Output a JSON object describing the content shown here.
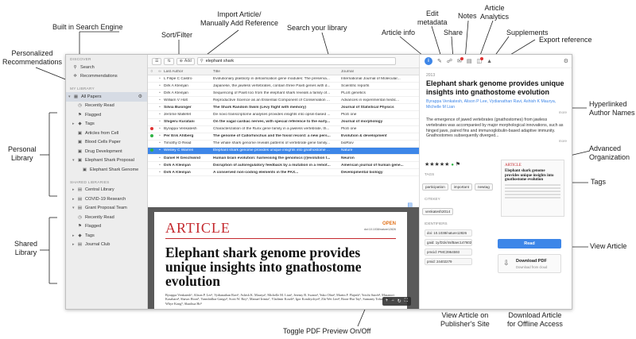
{
  "annotations": {
    "built_in_search": "Built in Search Engine",
    "import_article_1": "Import Article/",
    "import_article_2": "Manually Add Reference",
    "sort_filter": "Sort/Filter",
    "search_library": "Search your library",
    "article_info": "Article info",
    "edit_metadata_1": "Edit",
    "edit_metadata_2": "metadata",
    "share": "Share",
    "notes": "Notes",
    "analytics_1": "Article",
    "analytics_2": "Analytics",
    "supplements": "Supplements",
    "export_reference": "Export reference",
    "personalized_1": "Personalized",
    "personalized_2": "Recommendations",
    "personal_library_1": "Personal",
    "personal_library_2": "Library",
    "shared_library_1": "Shared",
    "shared_library_2": "Library",
    "hyperlinked_1": "Hyperlinked",
    "hyperlinked_2": "Author Names",
    "advanced_org_1": "Advanced",
    "advanced_org_2": "Organization",
    "tags": "Tags",
    "view_article": "View Article",
    "toggle_pdf": "Toggle PDF Preview On/Off",
    "view_publisher_1": "View Article on",
    "view_publisher_2": "Publisher's Site",
    "download_offline_1": "Download Article",
    "download_offline_2": "for Offline Access"
  },
  "sidebar": {
    "discover_label": "DISCOVER",
    "search": "Search",
    "recommendations": "Recommendations",
    "my_library_label": "MY LIBRARY",
    "all_papers": "All Papers",
    "recently_read": "Recently Read",
    "flagged": "Flagged",
    "tags": "Tags",
    "articles_from_cell": "Articles from Cell",
    "blood_cells_paper": "Blood Cells Paper",
    "drug_development": "Drug Development",
    "elephant_shark_proposal": "Elephant Shark Proposal",
    "elephant_shark_genome": "Elephant Shark Genome",
    "shared_libraries_label": "SHARED LIBRARIES",
    "central_library": "Central Library",
    "covid_research": "COVID-19 Research",
    "grant_proposal_team": "Grant Proposal Team",
    "shared_recently_read": "Recently Read",
    "shared_flagged": "Flagged",
    "shared_tags": "Tags",
    "journal_club": "Journal Club"
  },
  "toolbar": {
    "add_label": "Add",
    "search_value": "elephant shark"
  },
  "table": {
    "headers": {
      "last_author": "Last Author",
      "title": "Title",
      "journal": "Journal"
    },
    "rows": [
      {
        "author": "L Filipe C Castro",
        "title": "Evolutionary plasticity in detoxification gene modules: The preserva...",
        "journal": "International Journal of Molecular...",
        "bold": false,
        "dot": ""
      },
      {
        "author": "Dirk A Kleinjan",
        "title": "Japanese, the jawless vertebrates, contain three Pax6 genes with d...",
        "journal": "Scientific reports",
        "bold": false,
        "dot": ""
      },
      {
        "author": "Dirk A Kleinjan",
        "title": "Sequencing of Pax6 loci from the elephant shark reveals a family of...",
        "journal": "PLoS genetics",
        "bold": false,
        "dot": ""
      },
      {
        "author": "William V Holt",
        "title": "Reproductive Science as an Essential Component of Conservation ...",
        "journal": "Advances in experimental medic...",
        "bold": false,
        "dot": ""
      },
      {
        "author": "Silvia Businger",
        "title": "The Shark Random Swim (Lévy flight with memory)",
        "journal": "Journal of Statistical Physics",
        "bold": true,
        "dot": ""
      },
      {
        "author": "Jérôme Mallefet",
        "title": "De novo transcriptome analyses provides insights into opsin-based ...",
        "journal": "PloS one",
        "bold": false,
        "dot": ""
      },
      {
        "author": "Shigeru Kuratani",
        "title": "On the vagal cardiac nerves, with special reference to the early...",
        "journal": "Journal of morphology",
        "bold": true,
        "dot": ""
      },
      {
        "author": "Byrappa Venkatesh",
        "title": "Characterization of the Runx gene family in a jawless vertebrate, th...",
        "journal": "PloS one",
        "bold": false,
        "dot": "#e03131"
      },
      {
        "author": "Per Erik Ahlberg",
        "title": "The genome of Callorhinchus and the fossil record: a new pers...",
        "journal": "Evolution & development",
        "bold": true,
        "dot": "#2fb344"
      },
      {
        "author": "Timothy D Read",
        "title": "The whale shark genome reveals patterns of vertebrate gene family...",
        "journal": "bioRxiv",
        "bold": false,
        "dot": ""
      },
      {
        "author": "Wesley C Warren",
        "title": "Elephant shark genome provides unique insights into gnathostome ...",
        "journal": "Nature",
        "bold": false,
        "dot": "#2fb344",
        "selected": true
      },
      {
        "author": "Daniel H Geschwind",
        "title": "Human brain evolution: harnessing the genomics (r)evolution t...",
        "journal": "Neuron",
        "bold": true,
        "dot": ""
      },
      {
        "author": "Dirk A Kleinjan",
        "title": "Disruption of autoregulatory feedback by a mutation in a remot...",
        "journal": "American journal of human gene...",
        "bold": true,
        "dot": ""
      },
      {
        "author": "Dirk A Kleinjan",
        "title": "A conserved non-coding elements in the PAX...",
        "journal": "Developmental biology",
        "bold": true,
        "dot": ""
      }
    ]
  },
  "pdf": {
    "brand": "ARTICLE",
    "open": "OPEN",
    "doi": "doi:10.1038/nature12826",
    "title": "Elephant shark genome provides unique insights into gnathostome evolution",
    "authors": "Byrappa Venkatesh¹, Alison P. Lee¹, Vydianathan Ravi¹, Ashish K. Maurya¹, Michelle M. Lian¹, Jeremy B. Swann², Yuko Ohta³, Martin F. Flajnik³, Yoichi Sutoh⁴, Masanori Kasahara⁴, Shawn Hoon⁵, Vamshidhar Gangu⁵, Scott W. Roy⁶, Manuel Irimia⁷, Vladimir Korzh⁸, Igor Kondrychyn⁸, Zhi Wei Lim⁸, Boon-Hui Tay¹, Sumanty Tohari¹, Kiat Whye Kong⁹, Shaohua Ho⁹"
  },
  "details": {
    "year": "2013",
    "title": "Elephant shark genome provides unique insights into gnathostome evolution",
    "authors": "Byrappa Venkatesh, Alison P Lee, Vydianathan Ravi, Ashish K Maurya, Michelle M Lian",
    "more": "more",
    "abstract": "The emergence of jawed vertebrates (gnathostomes) from jawless vertebrates was accompanied by major morphological innovations, such as hinged jaws, paired fins and immunoglobulin-based adaptive immunity. Gnathostomes subsequently diverged...",
    "more2": "more",
    "stars": "★★★★★",
    "tags_label": "TAGS",
    "tags": [
      "participation",
      "important",
      "newtag"
    ],
    "citekey_label": "CITEKEY",
    "citekey": "venkatesh2014",
    "identifiers_label": "IDENTIFIERS",
    "identifiers": [
      "doi: 10.1038/nature12826",
      "gaid: 1y/D1k/4s/Baec14760274b8f8k66c",
      "pmcid: PMC3964593",
      "pmid: 24402279"
    ],
    "thumb_brand": "ARTICLE",
    "thumb_title": "Elephant shark genome provides unique insights into gnathostome evolution",
    "read_button": "Read",
    "download_title": "Download PDF",
    "download_sub": "Download from cloud"
  },
  "colors": {
    "accent": "#3d86e8",
    "selected_row": "#3d86e8",
    "pdf_brand": "#c4282d",
    "open_access": "#e2731c",
    "green_dot": "#2fb344",
    "red_dot": "#e03131"
  }
}
